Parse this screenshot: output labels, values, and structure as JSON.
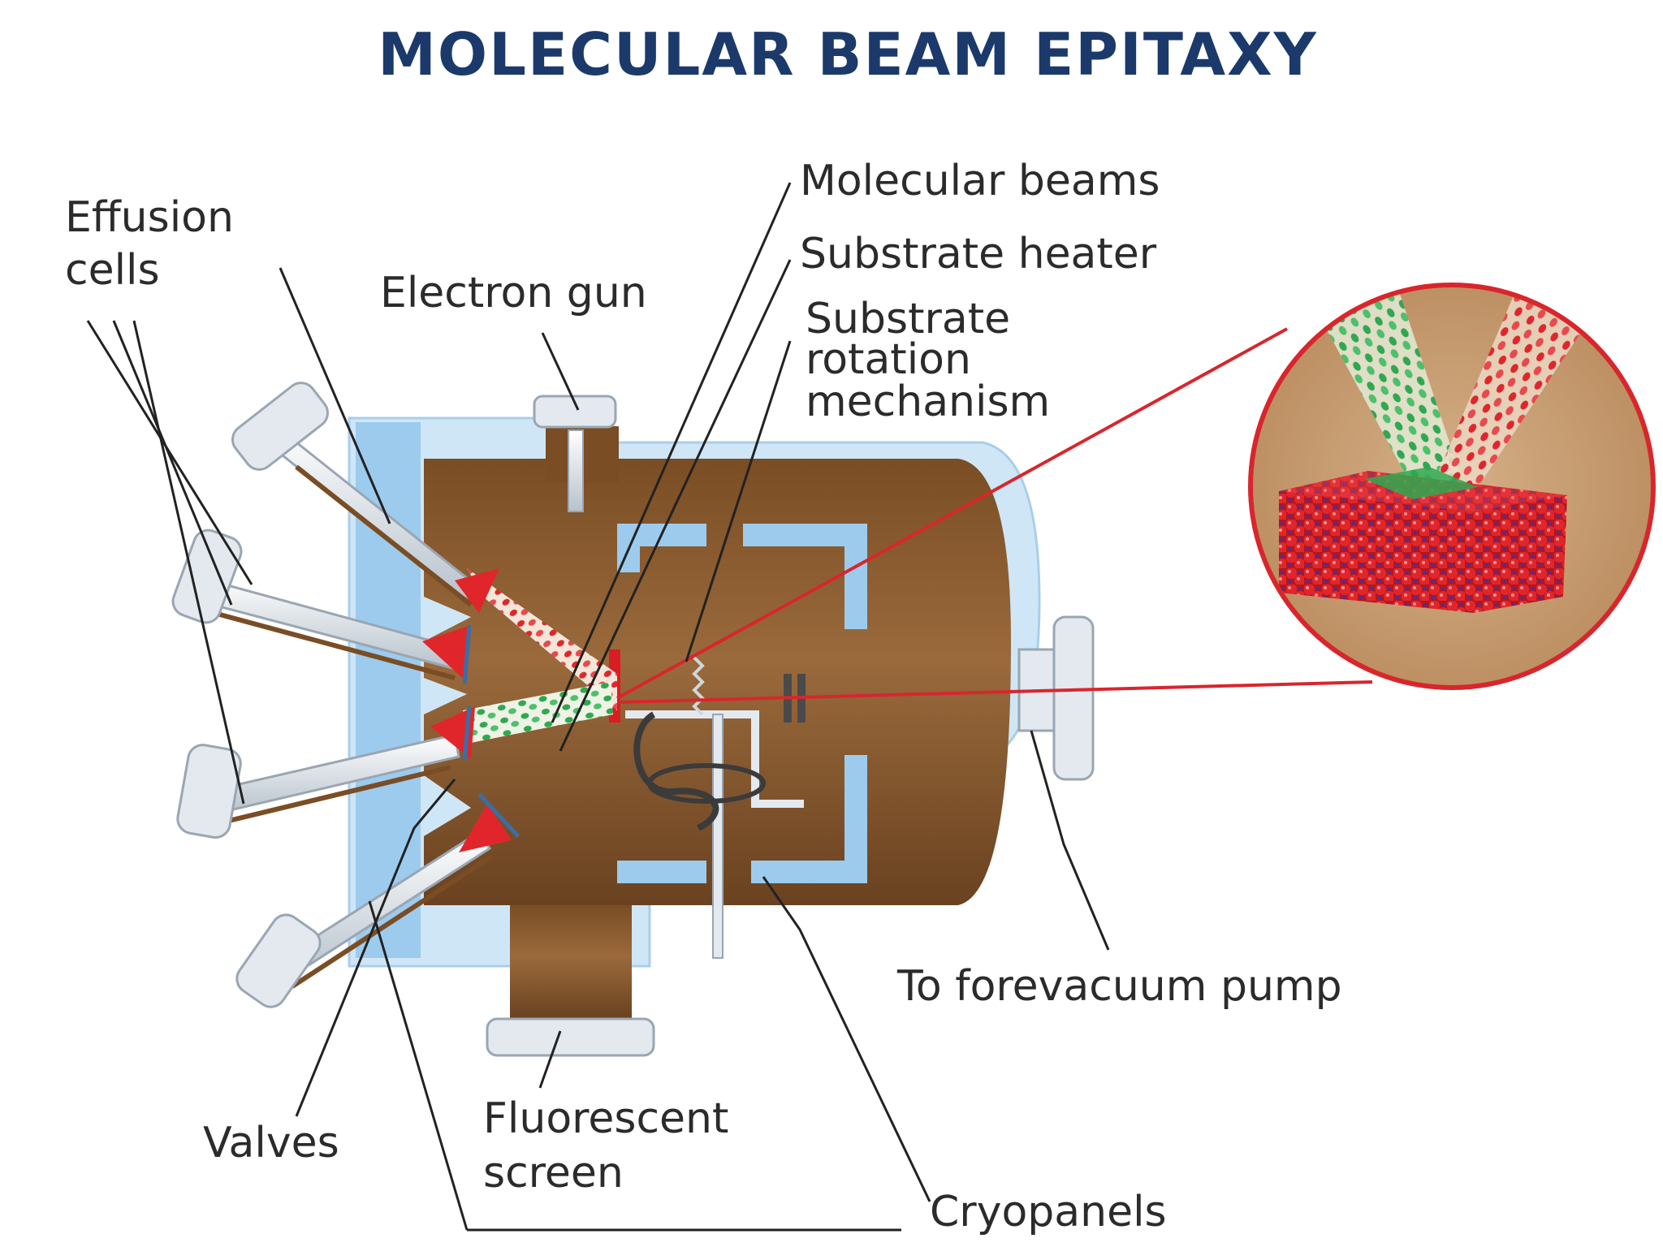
{
  "title": "MOLECULAR BEAM EPITAXY",
  "labels": {
    "effusion_cells_line1": "Effusion",
    "effusion_cells_line2": "cells",
    "electron_gun": "Electron gun",
    "molecular_beams": "Molecular beams",
    "substrate_heater": "Substrate heater",
    "substrate_rotation_line1": "Substrate",
    "substrate_rotation_line2": "rotation",
    "substrate_rotation_line3": "mechanism",
    "to_forevacuum_pump": "To forevacuum pump",
    "valves": "Valves",
    "fluorescent_screen_line1": "Fluorescent",
    "fluorescent_screen_line2": "screen",
    "cryopanels": "Cryopanels"
  },
  "colors": {
    "title": "#1b3a6b",
    "chamber": "#8a5a2e",
    "chamber_dark": "#6b4322",
    "cryopanel": "#9ccbee",
    "jacket": "#cfe6f7",
    "beam_red": "#e0262b",
    "beam_green": "#2fa84f",
    "magnifier_ring": "#d8262c",
    "magnifier_bg": "#c9a074",
    "atom_red": "#d81e24",
    "atom_purple": "#5a2a8c"
  },
  "icons": [
    "effusion-cell-cone-icon",
    "valve-flange-icon",
    "substrate-atom-lattice-icon"
  ]
}
